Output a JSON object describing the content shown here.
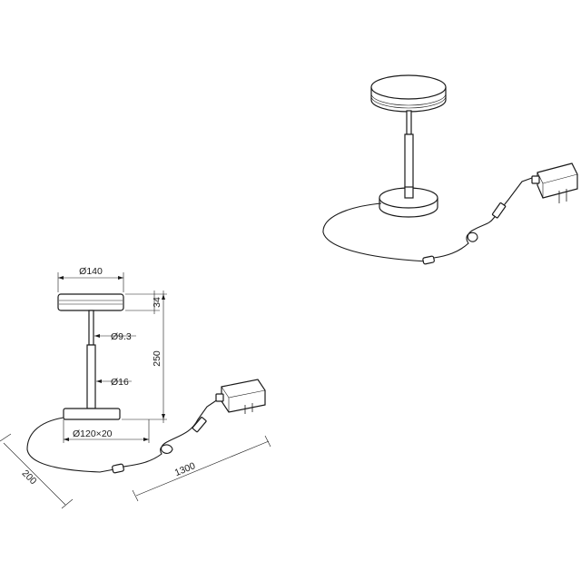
{
  "drawing": {
    "title": "Table lamp technical drawing",
    "views": [
      "dimensioned-elevation",
      "isometric"
    ],
    "dimensions": {
      "head_diameter": "Ø140",
      "head_height": "34",
      "stem_top_diameter": "Ø9.3",
      "stem_bottom_diameter": "Ø16",
      "total_height": "250",
      "base": "Ø120×20",
      "cord_to_switch": "200",
      "cord_total": "1300"
    },
    "colors": {
      "line": "#1a1a1a",
      "background": "#ffffff"
    }
  }
}
